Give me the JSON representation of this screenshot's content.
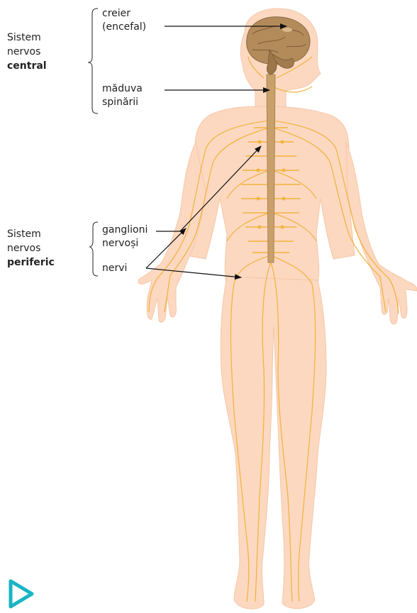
{
  "central": {
    "group_line1": "Sistem",
    "group_line2": "nervos",
    "group_bold": "central",
    "brain_line1": "creier",
    "brain_line2": "(encefal)",
    "cord_line1": "măduva",
    "cord_line2": "spinării"
  },
  "peripheral": {
    "group_line1": "Sistem",
    "group_line2": "nervos",
    "group_bold": "periferic",
    "ganglia_line1": "ganglioni",
    "ganglia_line2": "nervoși",
    "nerves": "nervi"
  },
  "colors": {
    "skin": "#fcd8c0",
    "nerve": "#f2b33d",
    "spine": "#c9a06a",
    "brain": "#a98458",
    "play_icon": "#18b4c4"
  },
  "icons": {
    "play": "play-triangle-icon"
  }
}
